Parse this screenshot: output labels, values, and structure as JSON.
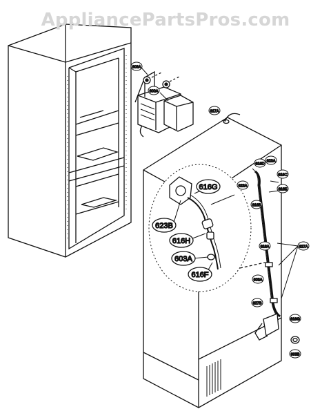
{
  "watermark": "AppliancePartsPros.com",
  "callouts": {
    "c616g": "616G",
    "c623b": "623B",
    "c616h": "616H",
    "c603a": "603A",
    "c616f": "616F"
  },
  "small_tags": {
    "t603a_top": "603A",
    "t600a": "600A",
    "t617a": "617A",
    "t616d": "616D",
    "t623a": "623A",
    "t616c": "616C",
    "t616e": "616E",
    "t616b": "616B",
    "t627a": "627A",
    "t616a": "616A",
    "t603a_mid": "603A",
    "t627b": "627B",
    "t616g_bot": "616G",
    "t603b": "603B"
  }
}
